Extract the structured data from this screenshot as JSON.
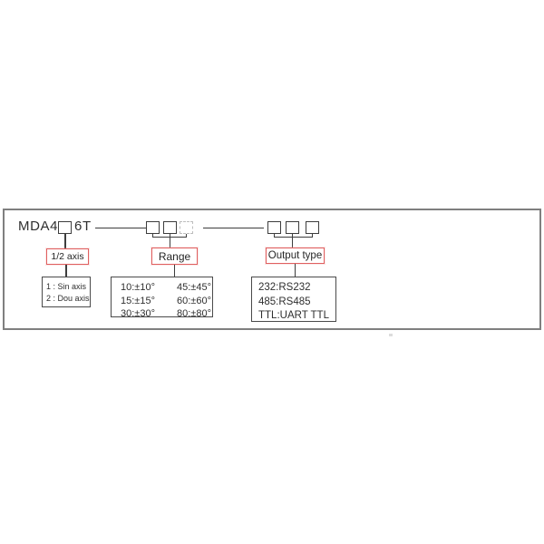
{
  "panel": {
    "model": {
      "prefix": "MDA4",
      "suffix": "6T"
    },
    "axis_group": {
      "label": "1/2 axis",
      "options": [
        "1 : Sin axis",
        "2 : Dou axis"
      ]
    },
    "range_group": {
      "label": "Range",
      "rows": [
        {
          "col1": "10:±10°",
          "col2": "45:±45°"
        },
        {
          "col1": "15:±15°",
          "col2": "60:±60°"
        },
        {
          "col1": "30:±30°",
          "col2": "80:±80°"
        }
      ]
    },
    "output_group": {
      "label": "Output type",
      "options": [
        "232:RS232",
        "485:RS485",
        "TTL:UART TTL"
      ]
    },
    "colors": {
      "accent_red": "#e06060",
      "line_dark": "#3d3d3d",
      "panel_border": "#7f7f7f",
      "dashed_gray": "#bdbdbd"
    }
  }
}
